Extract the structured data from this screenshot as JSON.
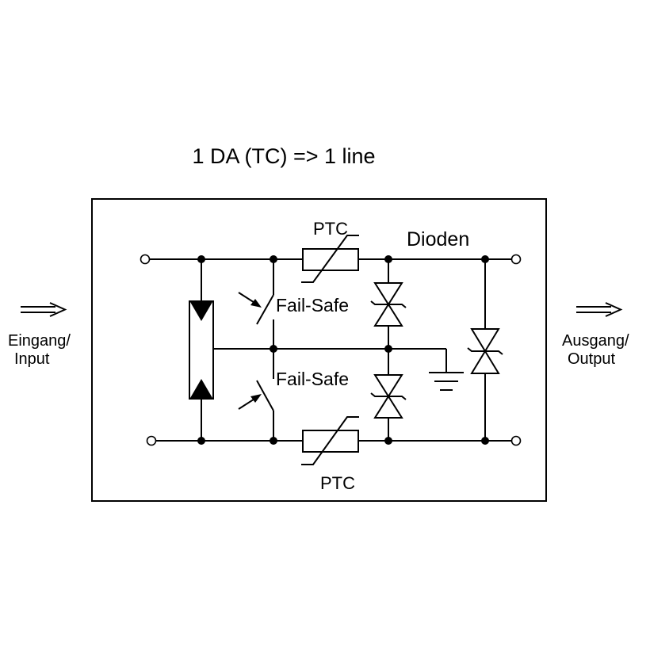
{
  "title": "1 DA (TC) => 1 line",
  "labels": {
    "ptc_top": "PTC",
    "ptc_bottom": "PTC",
    "diodes": "Dioden",
    "failsafe_top": "Fail-Safe",
    "failsafe_bottom": "Fail-Safe",
    "input_line1": "Eingang/",
    "input_line2": "Input",
    "output_line1": "Ausgang/",
    "output_line2": "Output"
  },
  "colors": {
    "ink": "#000000",
    "background": "#ffffff"
  }
}
